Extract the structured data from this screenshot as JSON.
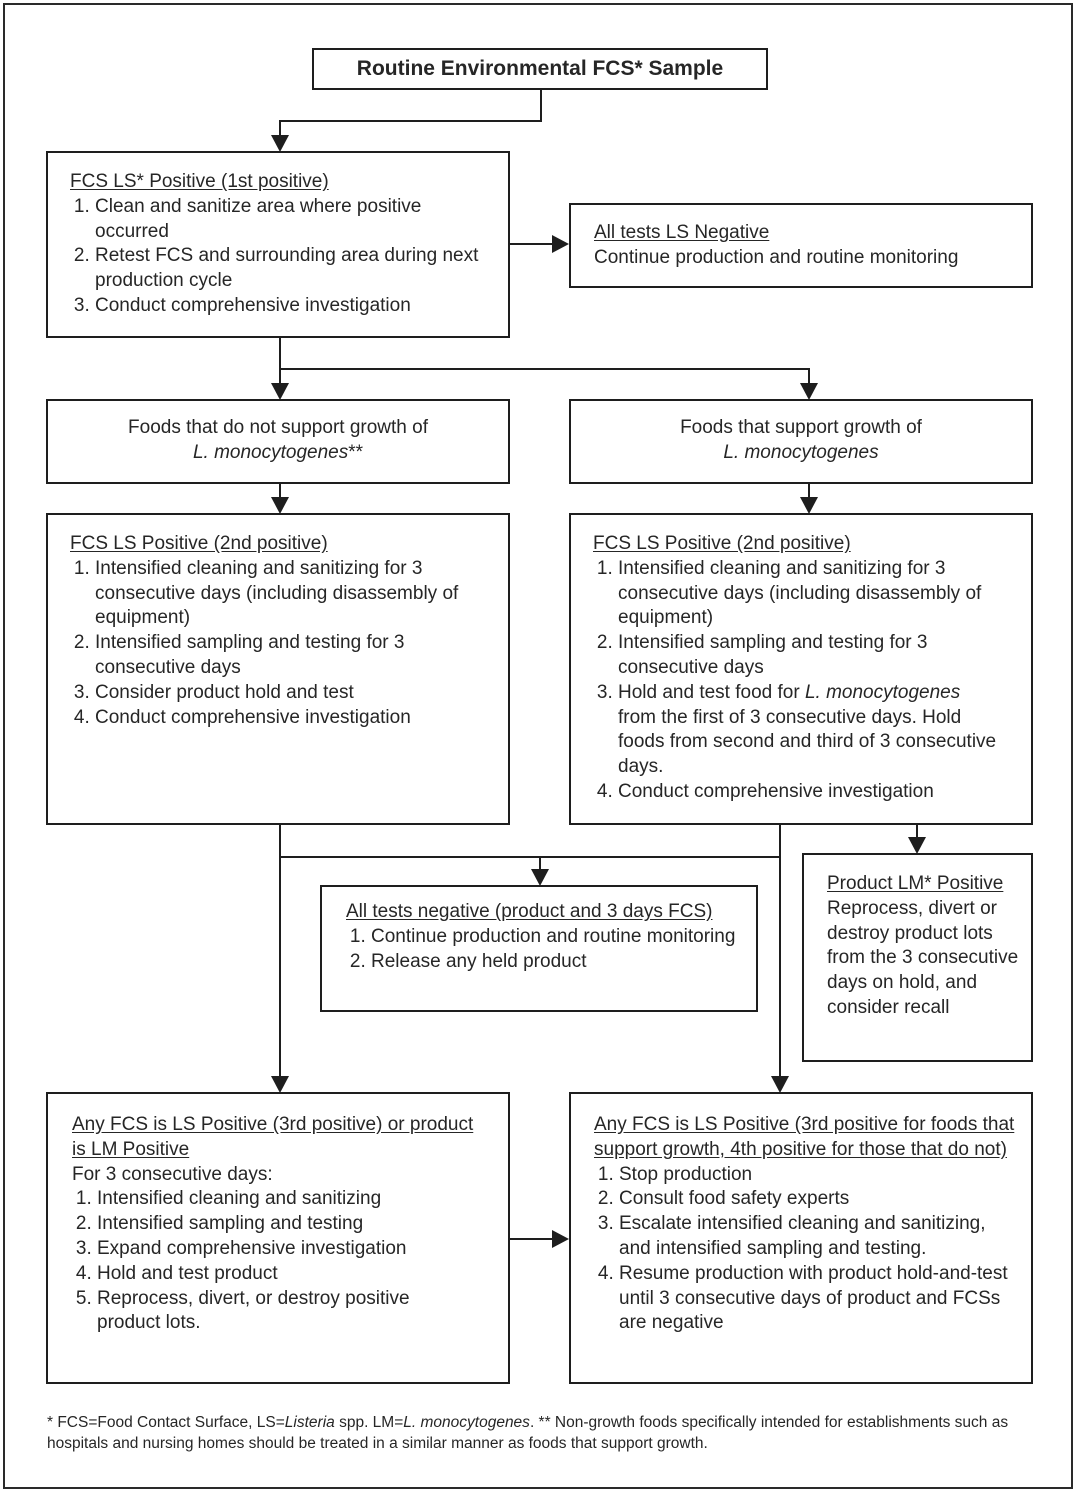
{
  "title": "Routine Environmental FCS* Sample",
  "first_positive": {
    "heading": "FCS LS* Positive (1st positive)",
    "items": [
      "Clean and sanitize area where positive occurred",
      "Retest FCS and surrounding area during next production cycle",
      "Conduct comprehensive investigation"
    ]
  },
  "negative": {
    "heading": "All tests LS Negative",
    "text": "Continue production and routine monitoring"
  },
  "non_growth": {
    "line1": "Foods that do not support growth of",
    "organism": "L. monocytogenes",
    "suffix": "**"
  },
  "growth": {
    "line1": "Foods that support growth of",
    "organism": "L. monocytogenes"
  },
  "second_left": {
    "heading": "FCS LS Positive (2nd positive)",
    "items": [
      "Intensified cleaning and sanitizing for 3 consecutive days (including disassembly of equipment)",
      "Intensified sampling and testing for 3 consecutive days",
      "Consider product hold and test",
      "Conduct comprehensive investigation"
    ]
  },
  "second_right": {
    "heading": "FCS LS Positive (2nd positive)",
    "item1": "Intensified cleaning and sanitizing for 3 consecutive days (including disassembly of equipment)",
    "item2": "Intensified sampling and testing for 3 consecutive days",
    "item3_prefix": "Hold and test food for ",
    "item3_organism": "L. monocytogenes",
    "item3_suffix": " from the first of 3 consecutive days. Hold foods from second and third of 3 consecutive days.",
    "item4": "Conduct comprehensive investigation"
  },
  "all_negative": {
    "heading": "All tests negative (product and 3 days FCS)",
    "items": [
      "Continue production and routine monitoring",
      "Release any held product"
    ]
  },
  "product_lm": {
    "heading": "Product LM* Positive",
    "text": "Reprocess, divert or destroy product lots from the 3 consecutive days on hold, and consider recall"
  },
  "third_left": {
    "heading": "Any FCS is LS Positive (3rd positive) or product is LM Positive",
    "intro": "For 3 consecutive days:",
    "items": [
      "Intensified cleaning and sanitizing",
      "Intensified sampling and testing",
      "Expand comprehensive investigation",
      "Hold and test product",
      "Reprocess, divert, or destroy positive product lots."
    ]
  },
  "third_right": {
    "heading": "Any FCS is LS Positive (3rd positive for foods that support growth, 4th positive for those that do not)",
    "items": [
      "Stop production",
      "Consult food safety experts",
      "Escalate intensified cleaning and sanitizing, and intensified sampling and testing.",
      "Resume production with product hold-and-test until 3 consecutive days of product and FCSs are negative"
    ]
  },
  "footnote": {
    "p1": "* FCS=Food Contact Surface, LS=",
    "listeria": "Listeria",
    "p2": " spp. LM=",
    "lm": "L. monocytogenes",
    "p3": ". ** Non-growth foods specifically intended for establishments such as hospitals and nursing homes should be treated in a similar manner as foods that support growth."
  }
}
